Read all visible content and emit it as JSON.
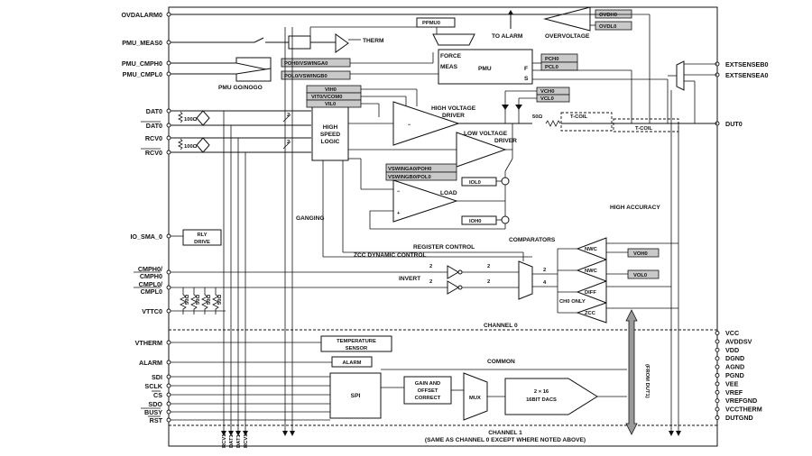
{
  "pins_left": {
    "ovdalarm": "OVDALARM0",
    "pmu_meas": "PMU_MEAS0",
    "pmu_cmph": "PMU_CMPH0",
    "pmu_cmpl": "PMU_CMPL0",
    "dat": "DAT0",
    "dat_n": "DAT0",
    "rcv": "RCV0",
    "rcv_n": "RCV0",
    "io_sma": "IO_SMA_0",
    "cmph": "CMPH0/",
    "cmph_n": "CMPH0",
    "cmpl": "CMPL0/",
    "cmpl_n": "CMPL0",
    "vttc": "VTTC0",
    "vtherm": "VTHERM",
    "alarm": "ALARM",
    "sdi": "SDI",
    "sclk": "SCLK",
    "cs": "CS",
    "sdo": "SDO",
    "busy": "BUSY",
    "rst": "RST"
  },
  "pins_right": {
    "extsenseb": "EXTSENSEB0",
    "extsensea": "EXTSENSEA0",
    "dut": "DUT0",
    "supplies": [
      "VCC",
      "AVDDSV",
      "VDD",
      "DGND",
      "AGND",
      "PGND",
      "VEE",
      "VREF",
      "VREFGND",
      "VCCTHERM",
      "DUTGND"
    ]
  },
  "pins_bottom": [
    "RCV1",
    "DAT1",
    "DAT1",
    "RCV1"
  ],
  "blocks": {
    "ppmu": "PPMU0",
    "force": "FORCE",
    "meas": "MEAS",
    "pmu": "PMU",
    "f": "F",
    "s": "S",
    "to_alarm": "TO ALARM",
    "overvoltage": "OVERVOLTAGE",
    "ovdh": "OVDH0",
    "ovdl": "OVDL0",
    "therm": "THERM",
    "pmu_go_nogo": "PMU GO/NOGO",
    "poh_vswinga": "POH0/VSWINGA0",
    "pol_vswingb": "POL0/VSWINGB0",
    "pch": "PCH0",
    "pcl": "PCL0",
    "vih": "VIH0",
    "vit_vcom": "VIT0/VCOM0",
    "vil": "VIL0",
    "hv_driver_1": "HIGH VOLTAGE",
    "hv_driver_2": "DRIVER",
    "lv_driver_1": "LOW VOLTAGE",
    "lv_driver_2": "DRIVER",
    "vch": "VCH0",
    "vcl": "VCL0",
    "r50": "50Ω",
    "tcoil": "T-COIL",
    "tcoil2": "T-COIL",
    "r100_a": "100Ω",
    "r100_b": "100Ω",
    "hsl_1": "HIGH",
    "hsl_2": "SPEED",
    "hsl_3": "LOGIC",
    "vswinga_poh": "VSWINGA0/POH0",
    "vswingb_pol": "VSWINGB0/POL0",
    "iol": "IOL0",
    "ioh": "IOH0",
    "load": "LOAD",
    "ganging": "GANGING",
    "high_accuracy": "HIGH ACCURACY",
    "rly_drive_1": "RLY",
    "rly_drive_2": "DRIVE",
    "register_control": "REGISTER CONTROL",
    "zcc_dynamic": "ZCC DYNAMIC CONTROL",
    "comparators": "COMPARATORS",
    "invert": "INVERT",
    "nwc1": "NWC",
    "nwc2": "NWC",
    "diff": "DIFF",
    "zcc": "ZCC",
    "ch0_only": "CH0 ONLY",
    "voh": "VOH0",
    "vol": "VOL0",
    "channel0": "CHANNEL 0",
    "temp_sensor_1": "TEMPERATURE",
    "temp_sensor_2": "SENSOR",
    "alarm_box": "ALARM",
    "common": "COMMON",
    "spi": "SPI",
    "gain_1": "GAIN AND",
    "gain_2": "OFFSET",
    "gain_3": "CORRECT",
    "mux": "MUX",
    "dacs_1": "2 × 16",
    "dacs_2": "16BIT DACS",
    "from_dut": "(FROM DUT1)",
    "channel1": "CHANNEL 1",
    "channel1_note": "(SAME AS CHANNEL 0 EXCEPT WHERE NOTED ABOVE)",
    "bus2": "2",
    "bus4": "4",
    "r_ladder": [
      "50Ω",
      "50Ω",
      "50Ω",
      "50Ω"
    ]
  }
}
